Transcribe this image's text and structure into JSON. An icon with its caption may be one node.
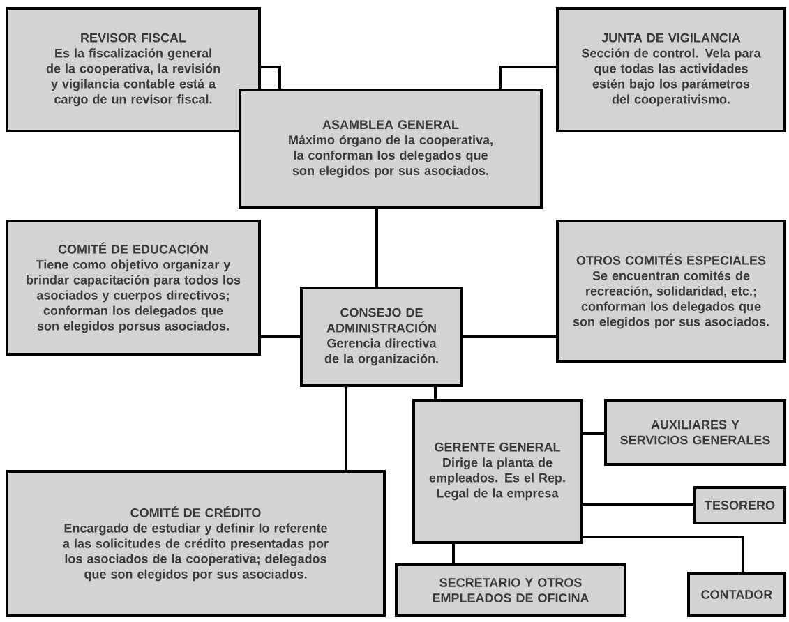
{
  "diagram": {
    "nodes": [
      {
        "text": [
          "REVISOR FISCAL",
          "Es la fiscalización general de la cooperativa, la revisión y vigilancia contable está a cargo de un revisor fiscal."
        ]
      },
      {
        "text": [
          "JUNTA DE VIGILANCIA",
          "Sección de control. Vela para que todas las actividades estén bajo los parámetros del cooperativismo."
        ]
      },
      {
        "text": [
          "ASAMBLEA GENERAL",
          "Máximo órgano de la cooperativa, la conforman los delegados que son elegidos por sus asociados."
        ]
      },
      {
        "text": [
          "COMITÉ DE EDUCACIÓN",
          "Tiene como objetivo organizar y brindar capacitación para todos los asociados y cuerpos directivos; conforman los delegados que son elegidos porsus asociados."
        ]
      },
      {
        "text": [
          "CONSEJO DE ADMINISTRACIÓN",
          "Gerencia directiva de la organización."
        ]
      },
      {
        "text": [
          "OTROS COMITÉS ESPECIALES",
          "Se encuentran comités de recreación, solidaridad, etc.; conforman los delegados que son elegidos por sus asociados."
        ]
      },
      {
        "text": [
          "GERENTE GENERAL",
          "Dirige la planta de empleados. Es el Rep. Legal de la empresa"
        ]
      },
      {
        "text": [
          "AUXILIARES Y SERVICIOS GENERALES"
        ]
      },
      {
        "text": [
          "TESORERO"
        ]
      },
      {
        "text": [
          "COMITÉ DE CRÉDITO",
          "Encargado de estudiar y definir lo referente a las solicitudes de crédito presentadas por los asociados de la cooperativa; delegados que son elegidos por sus asociados."
        ]
      },
      {
        "text": [
          "SECRETARIO Y OTROS EMPLEADOS DE OFICINA"
        ]
      },
      {
        "text": [
          "CONTADOR"
        ]
      }
    ],
    "edges": [
      {
        "from": 0,
        "to": 2,
        "arrow": "none"
      },
      {
        "from": 1,
        "to": 2,
        "arrow": "none"
      },
      {
        "from": 2,
        "to": 4,
        "arrow": "none"
      },
      {
        "from": 4,
        "to": 3,
        "arrow": "none"
      },
      {
        "from": 4,
        "to": 5,
        "arrow": "none"
      },
      {
        "from": 4,
        "to": 9,
        "arrow": "none"
      },
      {
        "from": 4,
        "to": 6,
        "arrow": "none"
      },
      {
        "from": 6,
        "to": 7,
        "arrow": "none"
      },
      {
        "from": 6,
        "to": 8,
        "arrow": "none"
      },
      {
        "from": 6,
        "to": 10,
        "arrow": "none"
      },
      {
        "from": 6,
        "to": 11,
        "arrow": "none"
      }
    ]
  }
}
